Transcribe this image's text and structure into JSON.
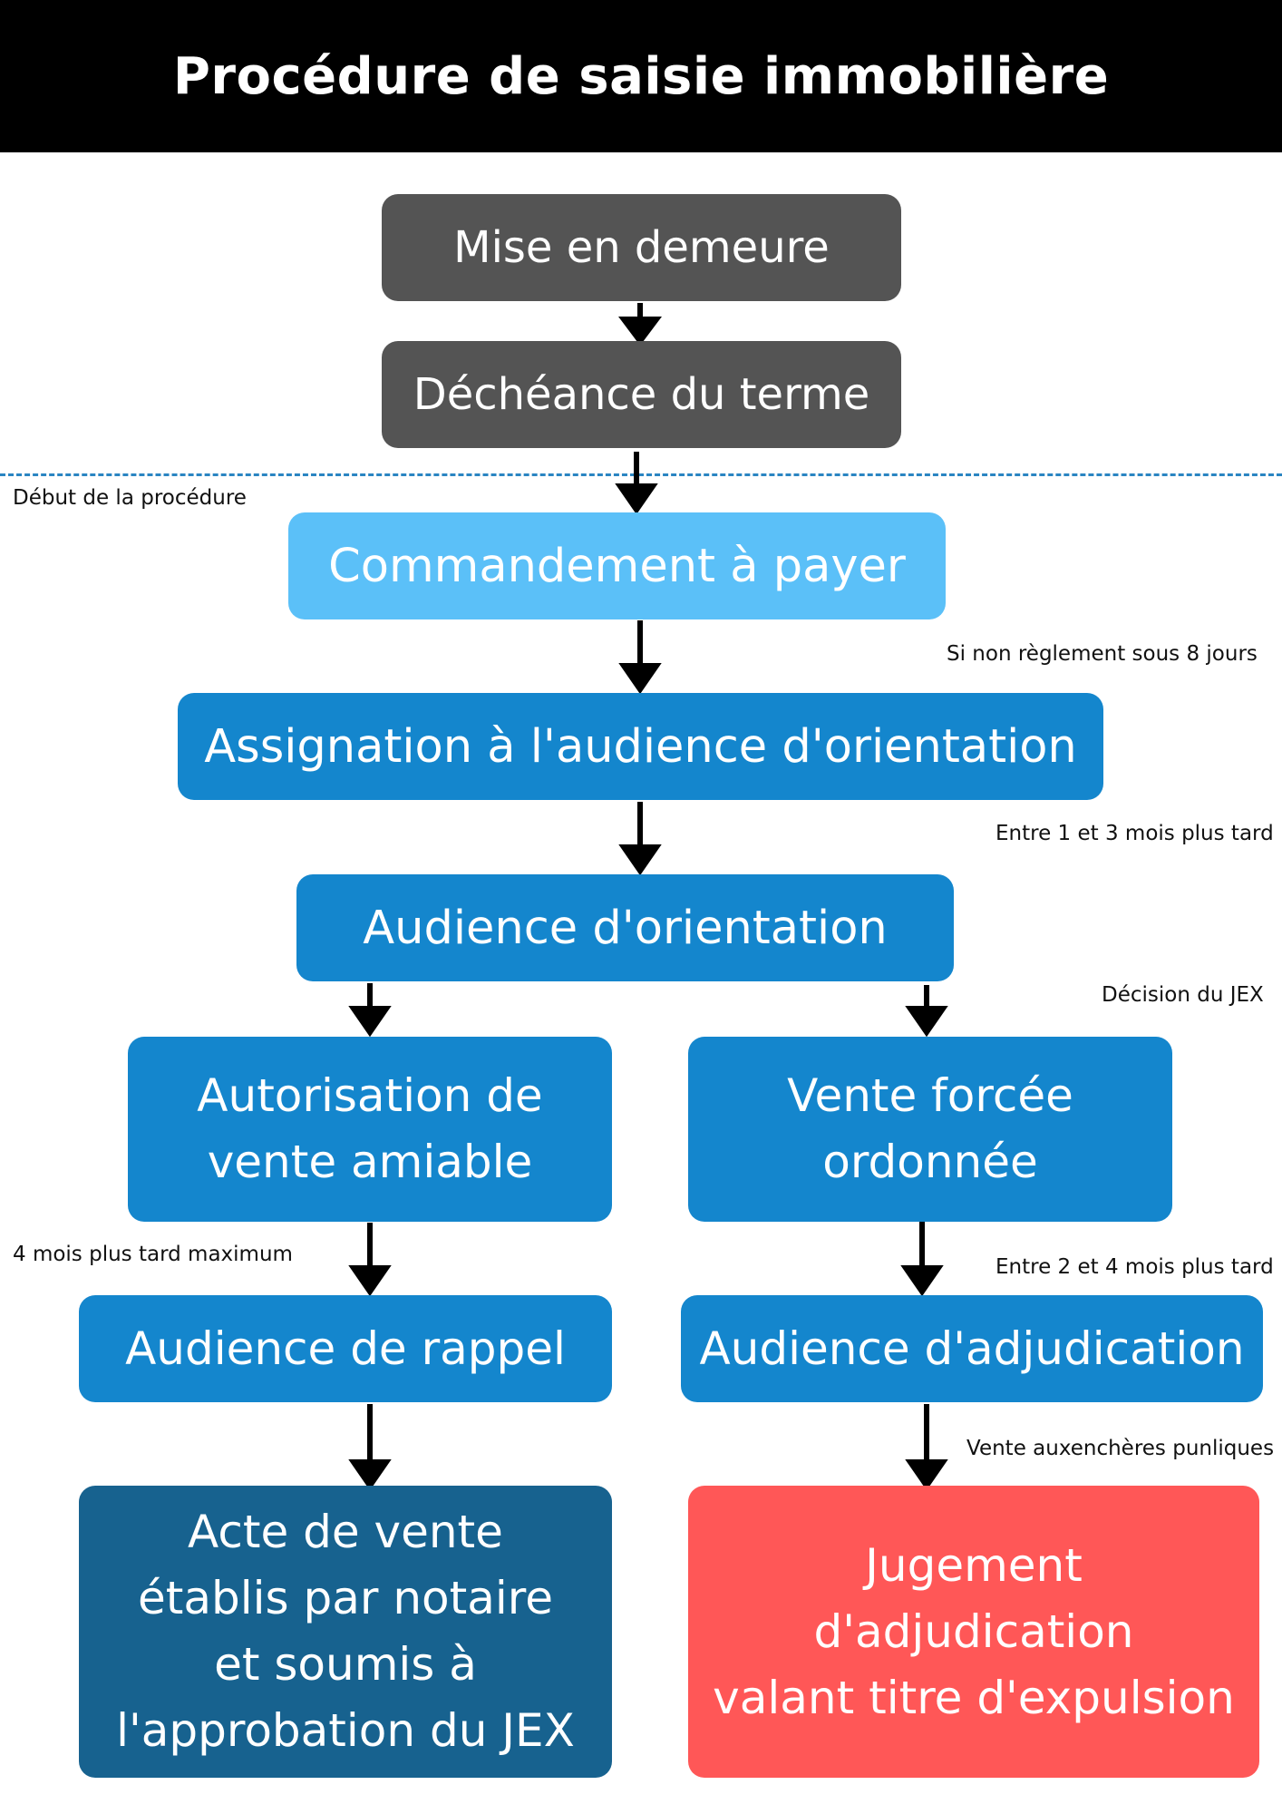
{
  "title": "Procédure de saisie immobilière",
  "boxes": {
    "mise_en_demeure": "Mise en demeure",
    "decheance": "Déchéance du terme",
    "commandement": "Commandement à payer",
    "assignation": "Assignation à l'audience d'orientation",
    "audience_orientation": "Audience d'orientation",
    "autorisation_line1": "Autorisation de",
    "autorisation_line2": "vente amiable",
    "vente_forcee_line1": "Vente forcée",
    "vente_forcee_line2": "ordonnée",
    "audience_rappel": "Audience de rappel",
    "audience_adjudication": "Audience d'adjudication",
    "acte_line1": "Acte de vente",
    "acte_line2": "établis par notaire",
    "acte_line3": "et soumis à",
    "acte_line4": "l'approbation du JEX",
    "jugement_line1": "Jugement",
    "jugement_line2": "d'adjudication",
    "jugement_line3": "valant titre d'expulsion"
  },
  "notes": {
    "debut": "Début de la procédure",
    "huit_jours": "Si non règlement sous 8 jours",
    "un_trois_mois": "Entre 1 et 3 mois plus tard",
    "decision_jex": "Décision du JEX",
    "quatre_mois": "4 mois plus tard maximum",
    "deux_quatre_mois": "Entre 2 et 4 mois plus tard",
    "encheres": "Vente auxenchères punliques"
  },
  "colors": {
    "header": "#000000",
    "gray_box": "#545454",
    "light_blue_box": "#5bc0f8",
    "blue_box": "#1486cd",
    "dark_blue_box": "#17628f",
    "red_box": "#ff5757",
    "dashed_line": "#2a85c2"
  }
}
